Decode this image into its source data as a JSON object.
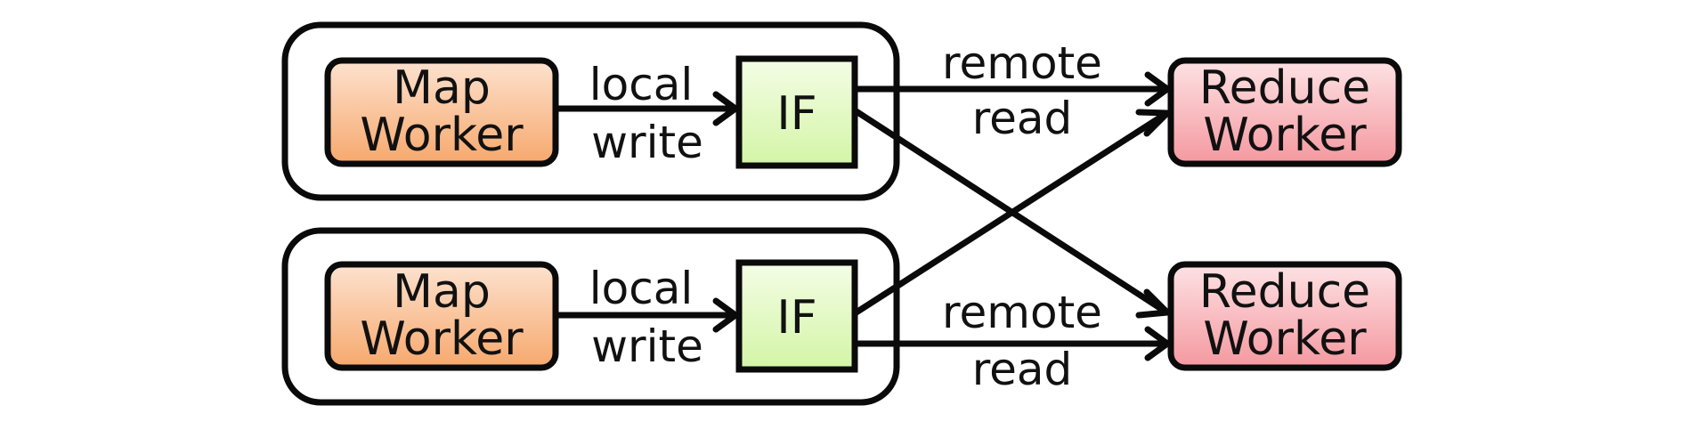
{
  "diagram": {
    "groups": [
      {
        "map_worker": {
          "line1": "Map",
          "line2": "Worker"
        },
        "local_label": {
          "line1": "local",
          "line2": "write"
        },
        "if_label": "IF",
        "remote_label": {
          "line1": "remote",
          "line2": "read"
        }
      },
      {
        "map_worker": {
          "line1": "Map",
          "line2": "Worker"
        },
        "local_label": {
          "line1": "local",
          "line2": "write"
        },
        "if_label": "IF",
        "remote_label": {
          "line1": "remote",
          "line2": "read"
        }
      }
    ],
    "reducers": [
      {
        "line1": "Reduce",
        "line2": "Worker"
      },
      {
        "line1": "Reduce",
        "line2": "Worker"
      }
    ]
  },
  "colors": {
    "map_fill_top": "#fde2cf",
    "map_fill_bottom": "#f6a86c",
    "if_fill_top": "#f4fde6",
    "if_fill_bottom": "#d3f5a6",
    "reduce_fill_top": "#fde2e4",
    "reduce_fill_bottom": "#f4989f",
    "stroke": "#0a0a0a"
  }
}
